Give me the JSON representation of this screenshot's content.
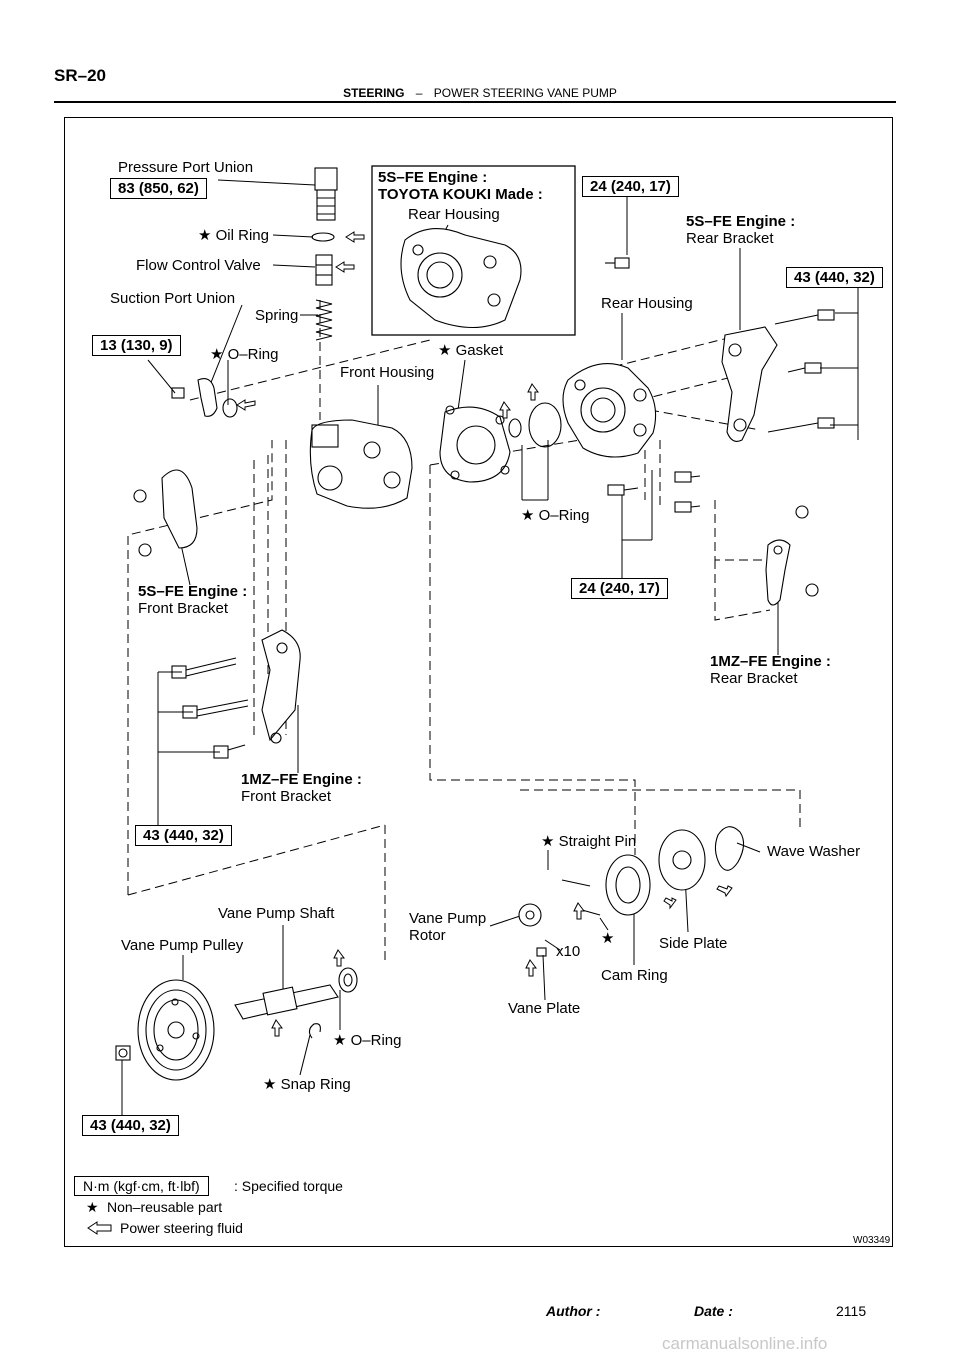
{
  "header": {
    "code": "SR–20",
    "section": "STEERING",
    "separator": "–",
    "title": "POWER STEERING VANE PUMP"
  },
  "labels": {
    "pressure_port_union": "Pressure Port Union",
    "oil_ring": "★ Oil Ring",
    "flow_control_valve": "Flow Control Valve",
    "suction_port_union": "Suction Port Union",
    "spring": "Spring",
    "o_ring_suction": "★ O–Ring",
    "inset_engine": "5S–FE Engine :",
    "inset_maker": "TOYOTA KOUKI Made :",
    "inset_rear_housing": "Rear Housing",
    "gasket": "★ Gasket",
    "front_housing": "Front Housing",
    "rear_bracket_5s_engine": "5S–FE Engine :",
    "rear_bracket_5s": "Rear Bracket",
    "rear_housing": "Rear Housing",
    "o_ring_mid": "★ O–Ring",
    "front_bracket_5s_engine": "5S–FE Engine :",
    "front_bracket_5s": "Front Bracket",
    "rear_bracket_1mz_engine": "1MZ–FE Engine :",
    "rear_bracket_1mz": "Rear Bracket",
    "front_bracket_1mz_engine": "1MZ–FE Engine :",
    "front_bracket_1mz": "Front Bracket",
    "straight_pin": "★ Straight Pin",
    "wave_washer": "Wave Washer",
    "vane_pump_rotor_1": "Vane Pump",
    "vane_pump_rotor_2": "Rotor",
    "star_pin": "★",
    "side_plate": "Side Plate",
    "x10": "x10",
    "cam_ring": "Cam Ring",
    "vane_plate": "Vane Plate",
    "vane_pump_shaft": "Vane Pump Shaft",
    "vane_pump_pulley": "Vane Pump Pulley",
    "o_ring_shaft": "★ O–Ring",
    "snap_ring": "★ Snap Ring"
  },
  "torques": {
    "pressure_port_union": "83 (850, 62)",
    "rear_housing_top": "24 (240, 17)",
    "rear_bracket_bolts": "43 (440, 32)",
    "suction_port_union": "13 (130, 9)",
    "rear_housing_bottom": "24 (240, 17)",
    "front_bracket_bolts": "43 (440, 32)",
    "pulley_nut": "43 (440, 32)"
  },
  "legend": {
    "torque_unit": "N·m (kgf·cm, ft·lbf)",
    "torque_desc": ": Specified torque",
    "non_reusable": "Non–reusable part",
    "fluid": "Power steering fluid"
  },
  "figure_code": "W03349",
  "footer": {
    "author_label": "Author :",
    "date_label": "Date :",
    "page_number": "2115"
  },
  "watermark": "carmanualsonline.info"
}
